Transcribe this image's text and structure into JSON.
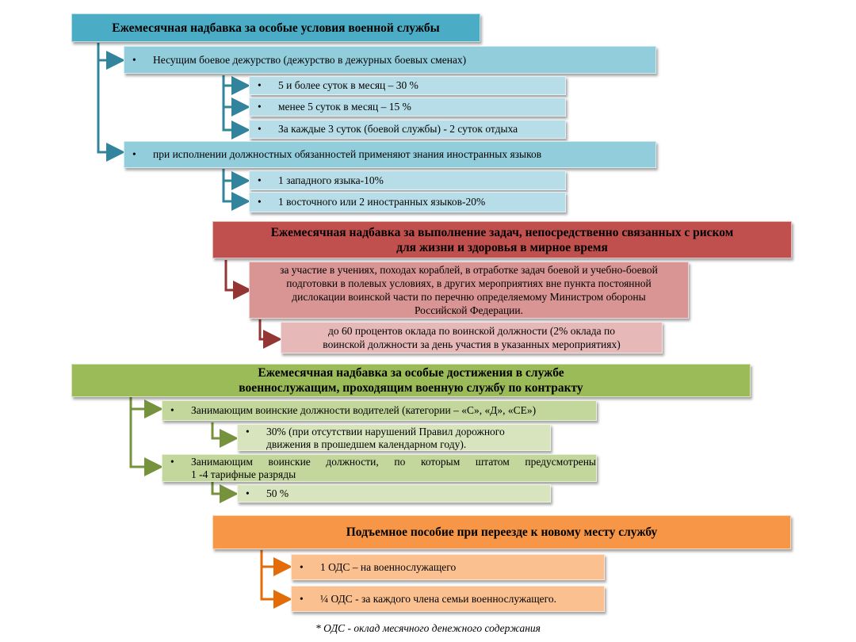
{
  "colors": {
    "teal": "#31849b",
    "red": "#943634",
    "green": "#76923c",
    "orange": "#e36c09"
  },
  "section1": {
    "title": "Ежемесячная надбавка за особые условия военной службы",
    "item1": "Несущим боевое дежурство (дежурство в дежурных боевых сменах)",
    "sub1": [
      "5 и более суток в месяц – 30 %",
      "менее 5 суток в месяц – 15 %",
      "За каждые 3 суток (боевой службы) - 2 суток отдыха"
    ],
    "item2": "при исполнении должностных обязанностей применяют знания иностранных языков",
    "sub2": [
      " 1 западного языка-10%",
      "1 восточного или 2 иностранных языков-20%"
    ]
  },
  "section2": {
    "title_line1": "Ежемесячная надбавка за выполнение задач, непосредственно связанных с риском",
    "title_line2": "для жизни и здоровья в мирное время",
    "item_lines": [
      "за участие в учениях, походах кораблей, в отработке задач боевой и учебно-боевой",
      "подготовки в полевых условиях, в других мероприятиях вне пункта постоянной",
      "дислокации воинской части по перечню определяемому Министром обороны",
      "Российской Федерации."
    ],
    "sub_lines": [
      "до 60 процентов оклада по воинской должности (2% оклада по",
      "воинской должности за день участия в указанных мероприятиях)"
    ]
  },
  "section3": {
    "title_line1": "Ежемесячная надбавка за особые достижения в службе",
    "title_line2": "военнослужащим, проходящим военную службу по контракту",
    "item1": "Занимающим воинские должности водителей (категории – «С», «Д», «СЕ»)",
    "sub1_lines": [
      "30% (при отсутствии нарушений Правил дорожного",
      "движения в прошедшем календарном году)."
    ],
    "item2_lines": [
      "Занимающим воинские должности, по которым штатом предусмотрены",
      "1 -4 тарифные разряды"
    ],
    "sub2": "50 %"
  },
  "section4": {
    "title": "Подъемное пособие при переезде к новому месту службу",
    "sub": [
      "1 ОДС – на военнослужащего",
      "¼ ОДС - за каждого члена семьи военнослужащего."
    ]
  },
  "footnote": "* ОДС - оклад месячного денежного содержания",
  "bullet": "•"
}
